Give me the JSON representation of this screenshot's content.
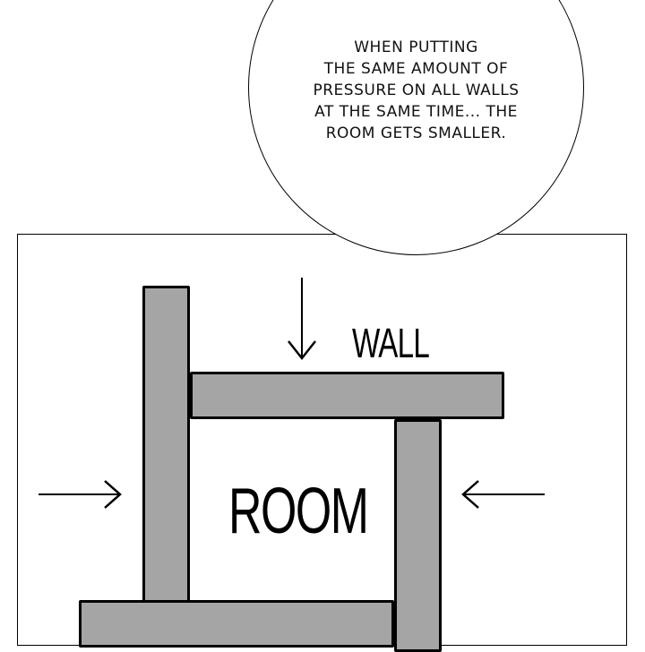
{
  "speech_bubble": {
    "lines": [
      "WHEN PUTTING",
      "THE SAME AMOUNT OF",
      "PRESSURE ON ALL WALLS",
      "AT THE SAME TIME... THE",
      "ROOM GETS SMALLER."
    ]
  },
  "diagram": {
    "wall_label": "WALL",
    "room_label": "ROOM",
    "colors": {
      "wall_fill": "#a5a5a5",
      "outline": "#000000",
      "background": "#ffffff"
    },
    "arrows": [
      "arrow-down",
      "arrow-right",
      "arrow-left"
    ]
  }
}
